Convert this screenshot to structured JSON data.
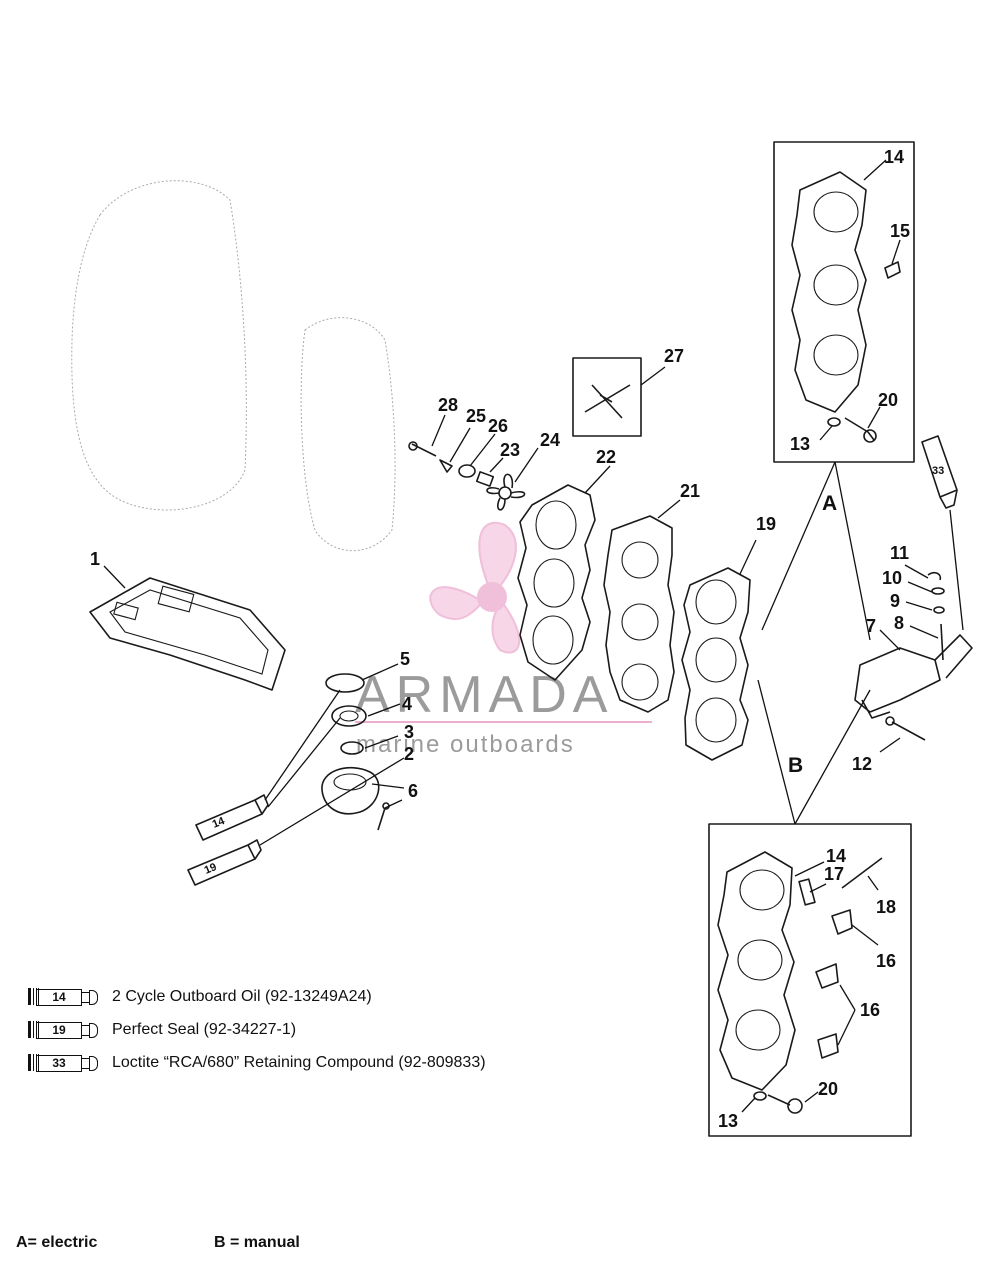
{
  "callouts": {
    "n1": "1",
    "n2": "2",
    "n3": "3",
    "n4": "4",
    "n5": "5",
    "n6": "6",
    "n7": "7",
    "n8": "8",
    "n9": "9",
    "n10": "10",
    "n11": "11",
    "n12": "12",
    "n13a": "13",
    "n13b": "13",
    "n14a": "14",
    "n14b": "14",
    "n15": "15",
    "n16a": "16",
    "n16b": "16",
    "n17": "17",
    "n18": "18",
    "n19": "19",
    "n20a": "20",
    "n20b": "20",
    "n21": "21",
    "n22": "22",
    "n23": "23",
    "n24": "24",
    "n25": "25",
    "n26": "26",
    "n27": "27",
    "n28": "28",
    "markerA": "A",
    "markerB": "B"
  },
  "tubes_in_diagram": {
    "t14": "14",
    "t19": "19",
    "t33": "33"
  },
  "legend": [
    {
      "code": "14",
      "text": "2 Cycle Outboard Oil (92-13249A24)"
    },
    {
      "code": "19",
      "text": "Perfect Seal (92-34227-1)"
    },
    {
      "code": "33",
      "text": "Loctite “RCA/680” Retaining Compound (92-809833)"
    }
  ],
  "footer": {
    "a": "A= electric",
    "b": "B = manual"
  },
  "watermark": {
    "brand": "ARMADA",
    "tagline": "marine outboards"
  },
  "colors": {
    "line": "#1a1a1a",
    "watermark_pink": "#e58bbd",
    "watermark_grey": "#7a7a7a"
  }
}
